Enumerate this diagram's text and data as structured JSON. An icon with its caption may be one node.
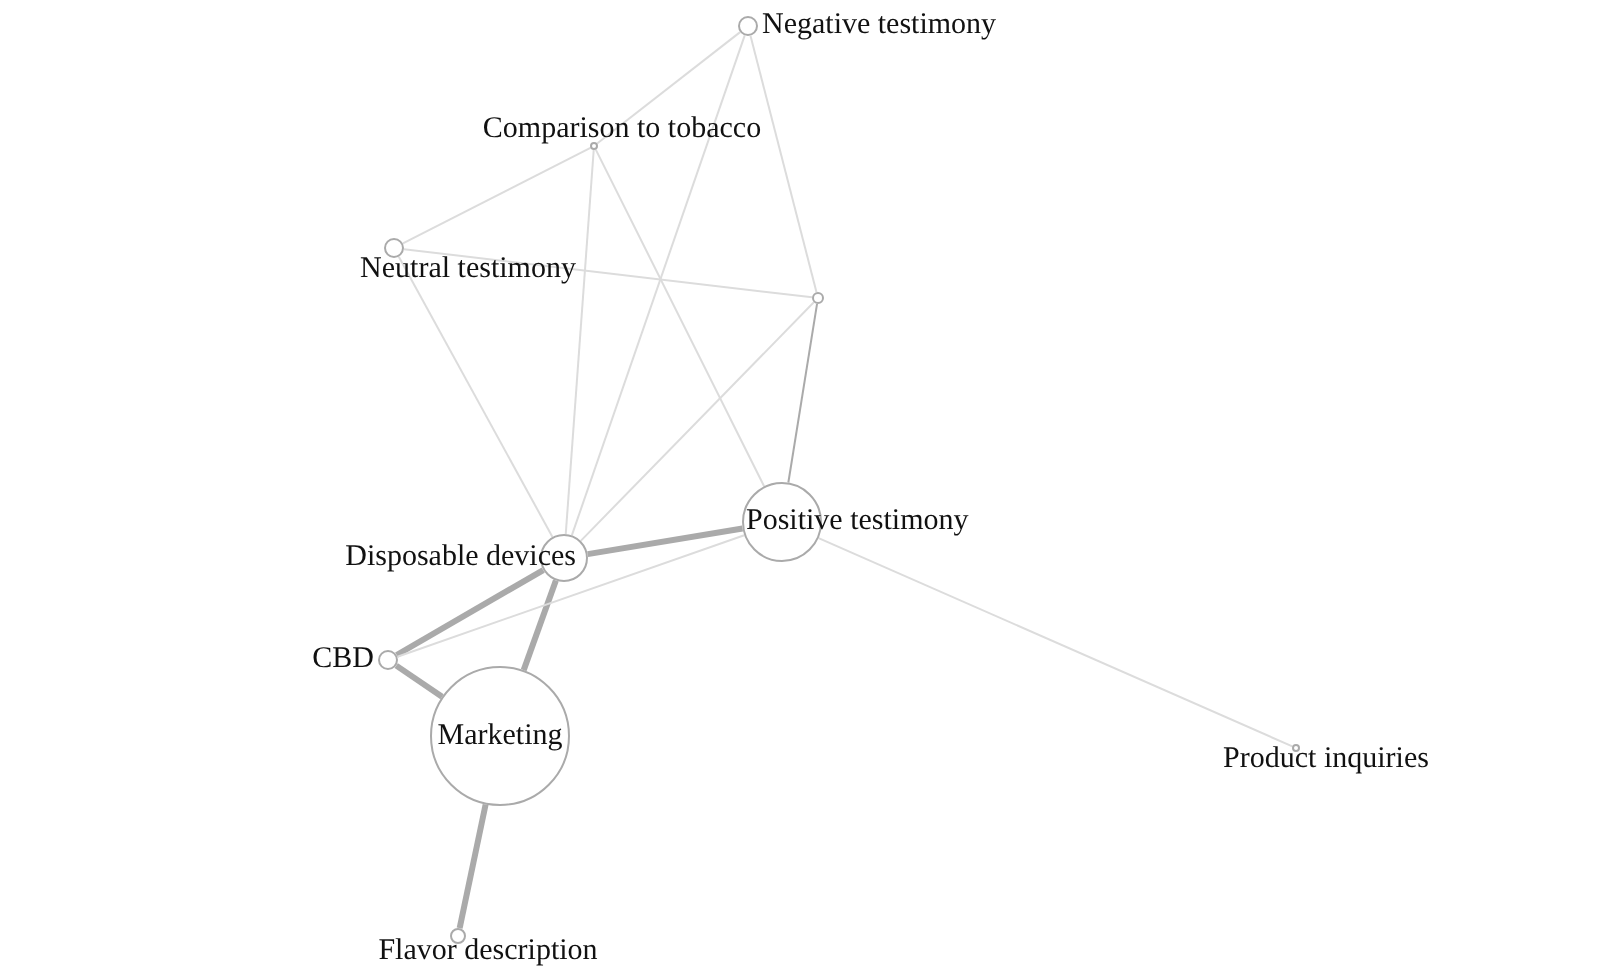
{
  "diagram": {
    "nodes": [
      {
        "text": [],
        "shape": "circle",
        "beside": [
          "Negative testimony"
        ]
      },
      {
        "text": [],
        "shape": "circle",
        "beside": [
          "Comparison to tobacco"
        ]
      },
      {
        "text": [],
        "shape": "circle",
        "beside": [
          "Neutral testimony"
        ]
      },
      {
        "text": [],
        "shape": "circle"
      },
      {
        "text": [],
        "shape": "circle",
        "beside": [
          "Disposable devices"
        ]
      },
      {
        "text": [],
        "shape": "circle",
        "beside": [
          "Positive testimony"
        ]
      },
      {
        "text": [],
        "shape": "circle",
        "beside": [
          "CBD"
        ]
      },
      {
        "text": [
          "Marketing"
        ]
      },
      {
        "text": [],
        "shape": "circle",
        "beside": [
          "Flavor description"
        ]
      },
      {
        "text": [],
        "shape": "circle",
        "beside": [
          "Product inquiries"
        ]
      }
    ],
    "edges": [
      {
        "from": 0,
        "to": 1,
        "arrow": "none"
      },
      {
        "from": 0,
        "to": 4,
        "arrow": "none"
      },
      {
        "from": 0,
        "to": 3,
        "arrow": "none"
      },
      {
        "from": 1,
        "to": 2,
        "arrow": "none"
      },
      {
        "from": 1,
        "to": 4,
        "arrow": "none"
      },
      {
        "from": 1,
        "to": 5,
        "arrow": "none"
      },
      {
        "from": 2,
        "to": 3,
        "arrow": "none"
      },
      {
        "from": 2,
        "to": 4,
        "arrow": "none"
      },
      {
        "from": 3,
        "to": 4,
        "arrow": "none"
      },
      {
        "from": 3,
        "to": 5,
        "arrow": "none",
        "color": "#aaaaaa"
      },
      {
        "from": 4,
        "to": 5,
        "arrow": "none",
        "style": "thick",
        "color": "#aaaaaa"
      },
      {
        "from": 4,
        "to": 6,
        "arrow": "none",
        "style": "thick",
        "color": "#aaaaaa"
      },
      {
        "from": 4,
        "to": 7,
        "arrow": "none",
        "style": "thick",
        "color": "#aaaaaa"
      },
      {
        "from": 6,
        "to": 5,
        "arrow": "none"
      },
      {
        "from": 6,
        "to": 7,
        "arrow": "none",
        "style": "thick",
        "color": "#aaaaaa"
      },
      {
        "from": 7,
        "to": 8,
        "arrow": "none",
        "style": "thick",
        "color": "#aaaaaa"
      },
      {
        "from": 5,
        "to": 9,
        "arrow": "none"
      }
    ]
  }
}
